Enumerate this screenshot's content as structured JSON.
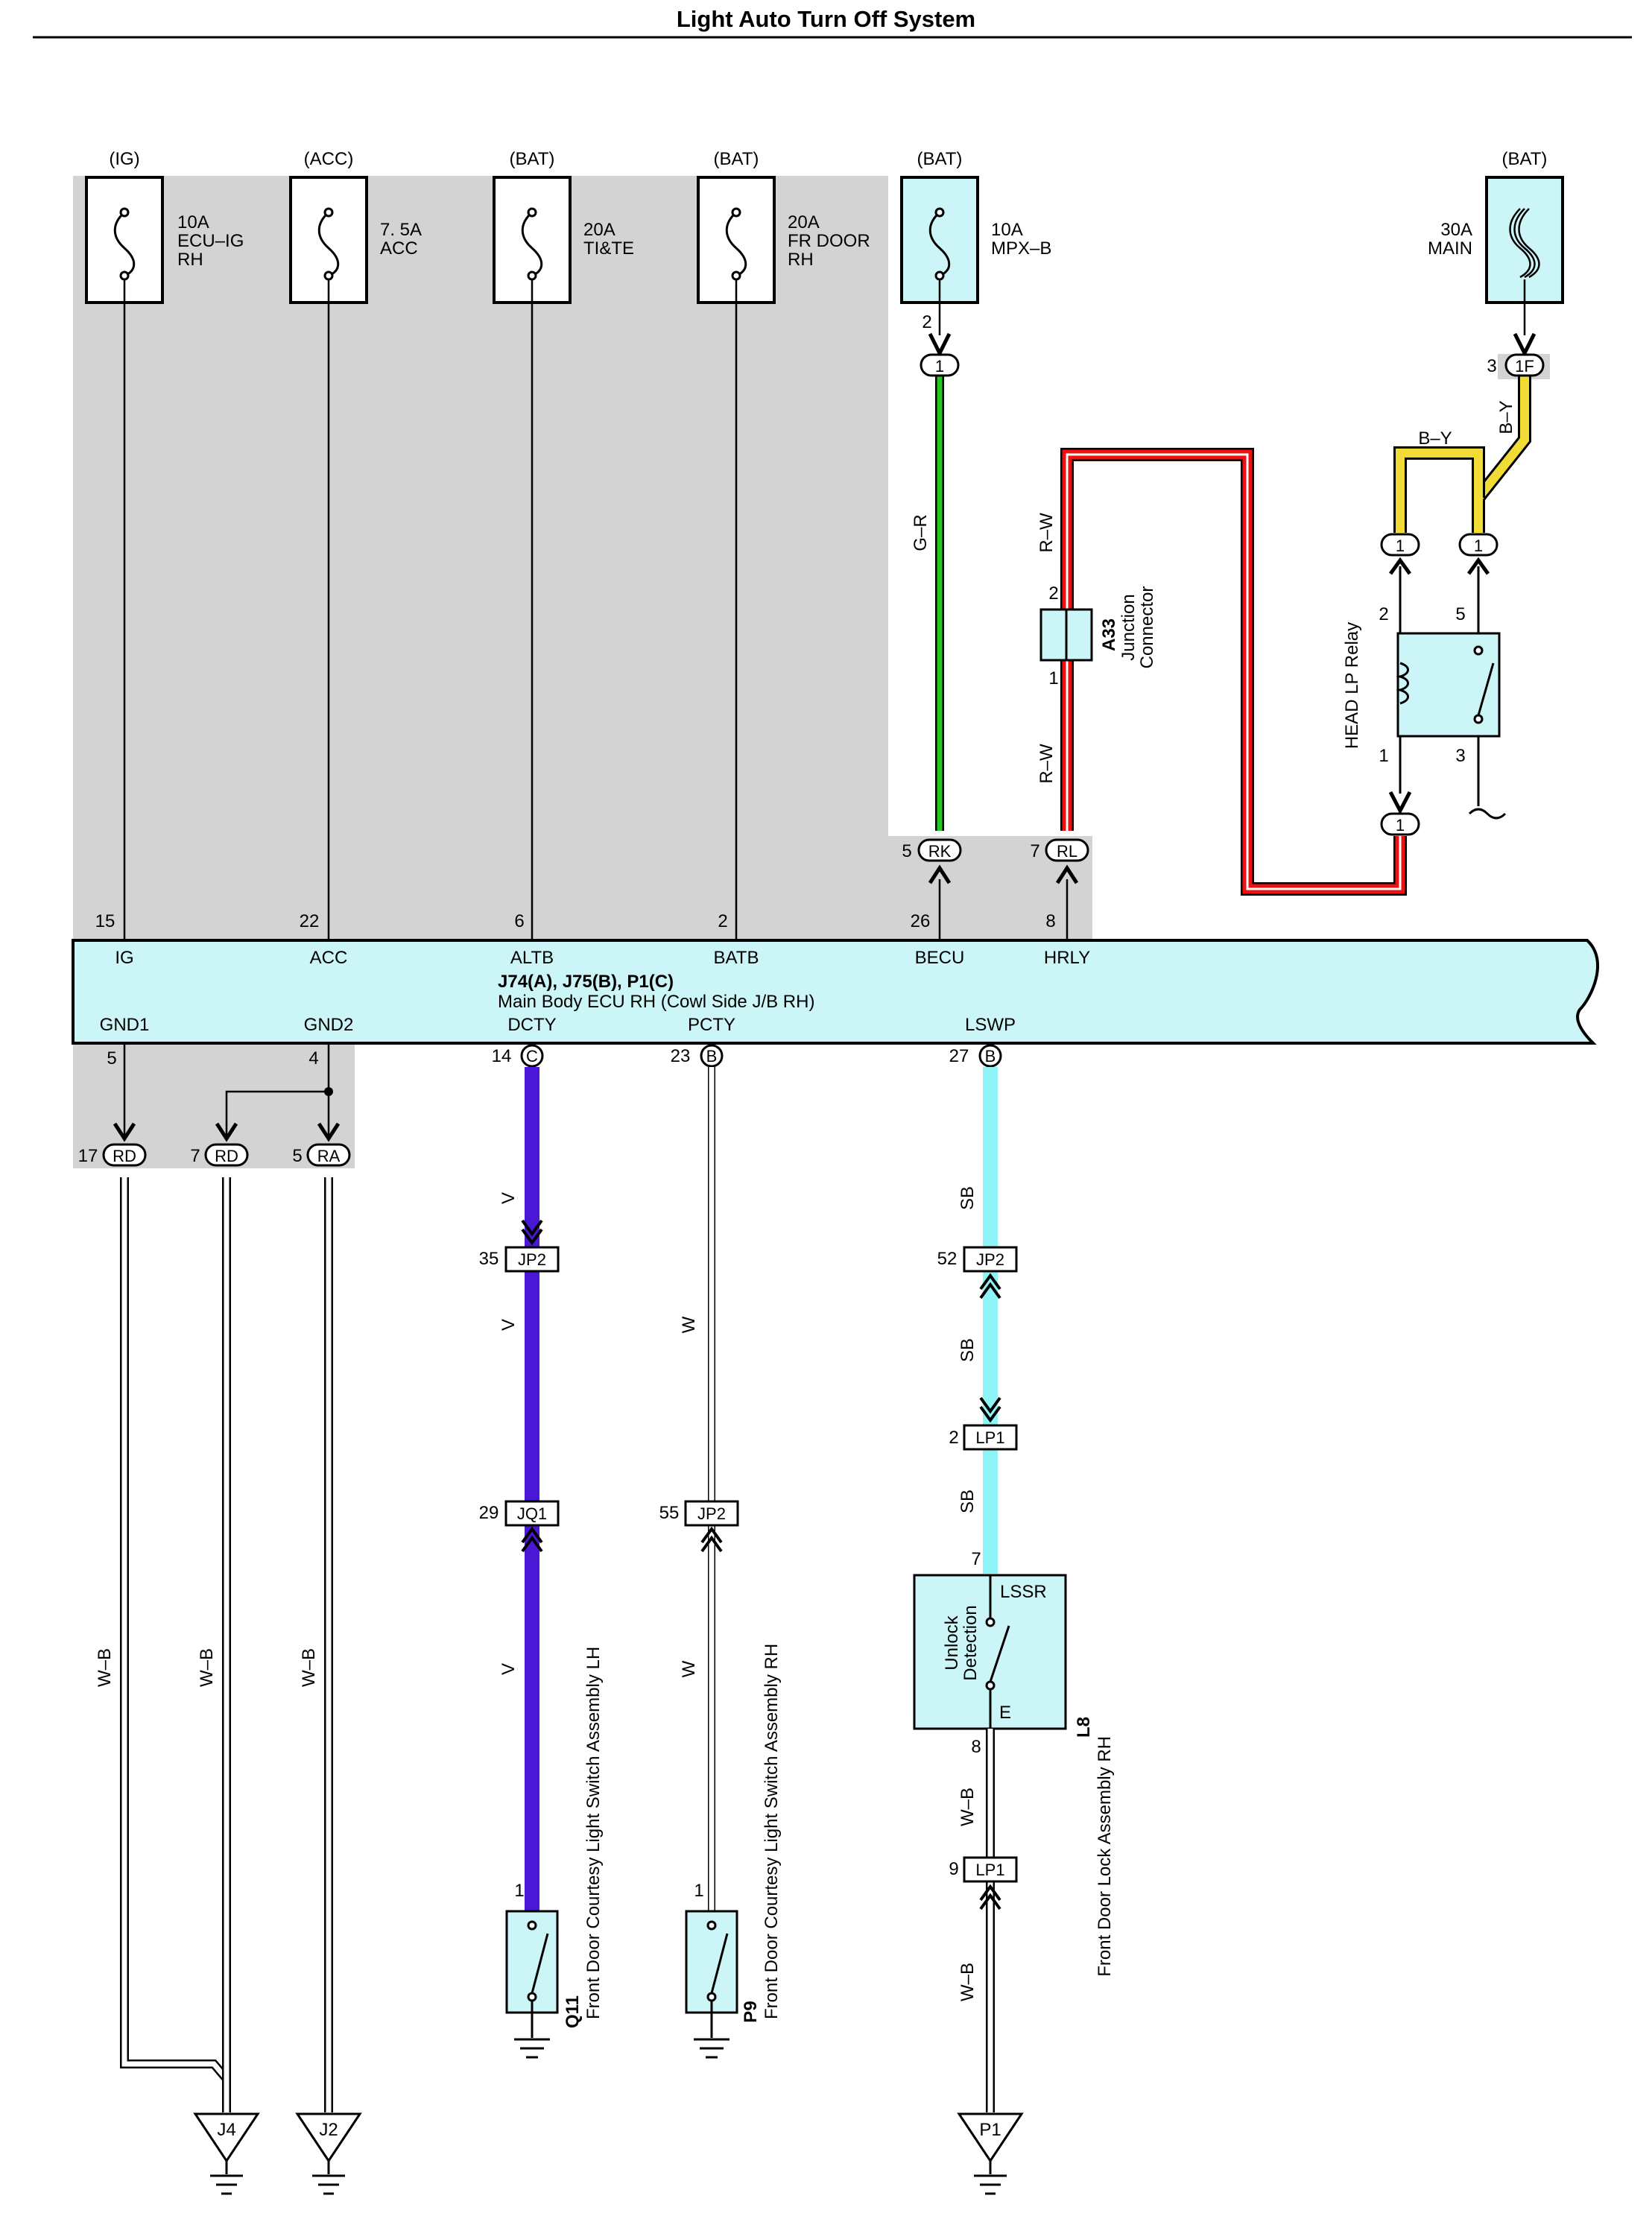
{
  "title": "Light Auto Turn Off System",
  "colors": {
    "panel": "#d3d3d3",
    "component_fill": "#ccf5f8",
    "wire_green": "#23c71f",
    "wire_red": "#ee1111",
    "wire_yellow": "#f1dc37",
    "wire_violet": "#4a17d6",
    "wire_skyblue": "#8ef4f6"
  },
  "fuses": [
    {
      "source": "(IG)",
      "amps": "10A",
      "name1": "ECU–IG",
      "name2": "RH"
    },
    {
      "source": "(ACC)",
      "amps": "7. 5A",
      "name1": "ACC",
      "name2": ""
    },
    {
      "source": "(BAT)",
      "amps": "20A",
      "name1": "TI&TE",
      "name2": ""
    },
    {
      "source": "(BAT)",
      "amps": "20A",
      "name1": "FR DOOR",
      "name2": "RH"
    },
    {
      "source": "(BAT)",
      "amps": "10A",
      "name1": "MPX–B",
      "name2": ""
    },
    {
      "source": "(BAT)",
      "amps": "30A",
      "name1": "MAIN",
      "name2": ""
    }
  ],
  "ecu": {
    "title": "J74(A), J75(B), P1(C)",
    "subtitle": "Main Body ECU RH (Cowl Side J/B RH)",
    "top_pins": [
      {
        "num": "15",
        "name": "IG"
      },
      {
        "num": "22",
        "name": "ACC"
      },
      {
        "num": "6",
        "name": "ALTB"
      },
      {
        "num": "2",
        "name": "BATB"
      },
      {
        "num": "26",
        "name": "BECU"
      },
      {
        "num": "8",
        "name": "HRLY"
      }
    ],
    "bottom_pins": [
      {
        "num": "5",
        "name": "GND1"
      },
      {
        "num": "4",
        "name": "GND2"
      },
      {
        "num": "14",
        "conn": "C",
        "name": "DCTY"
      },
      {
        "num": "23",
        "conn": "B",
        "name": "PCTY"
      },
      {
        "num": "27",
        "conn": "B",
        "name": "LSWP"
      }
    ]
  },
  "connectors": {
    "mpx_pin": "2",
    "mpx_conn": "1",
    "main_pin": "3",
    "main_conn": "1F",
    "rk_pin": "5",
    "rk": "RK",
    "rl_pin": "7",
    "rl": "RL",
    "relay_in_left": "1",
    "relay_in_right": "1",
    "relay_out": "1",
    "rd1_pin": "17",
    "rd1": "RD",
    "rd2_pin": "7",
    "rd2": "RD",
    "ra_pin": "5",
    "ra": "RA",
    "jp2a_pin": "35",
    "jp2a": "JP2",
    "jq1_pin": "29",
    "jq1": "JQ1",
    "jp2b_pin": "55",
    "jp2b": "JP2",
    "jp2c_pin": "52",
    "jp2c": "JP2",
    "lp1a_pin": "2",
    "lp1a": "LP1",
    "lp1b_pin": "9",
    "lp1b": "LP1"
  },
  "wires": {
    "gr": "G–R",
    "rw1": "R–W",
    "rw2": "R–W",
    "by1": "B–Y",
    "by2": "B–Y",
    "v1": "V",
    "v2": "V",
    "v3": "V",
    "w1": "W",
    "w2": "W",
    "sb1": "SB",
    "sb2": "SB",
    "sb3": "SB",
    "wb1": "W–B",
    "wb2": "W–B",
    "wb3": "W–B",
    "wb4": "W–B",
    "wb5": "W–B"
  },
  "junction": {
    "code": "A33",
    "name1": "Junction",
    "name2": "Connector",
    "pin_top": "2",
    "pin_bottom": "1"
  },
  "relay": {
    "name": "HEAD LP Relay",
    "p2": "2",
    "p5": "5",
    "p1": "1",
    "p3": "3"
  },
  "switches": [
    {
      "code": "Q11",
      "name": "Front Door Courtesy Light Switch Assembly LH",
      "pin": "1"
    },
    {
      "code": "P9",
      "name": "Front Door Courtesy Light Switch Assembly RH",
      "pin": "1"
    }
  ],
  "door_lock": {
    "code": "L8",
    "name": "Front Door Lock Assembly RH",
    "inner1": "Unlock",
    "inner2": "Detection",
    "lssr": "LSSR",
    "e": "E",
    "pin_top": "7",
    "pin_bottom": "8"
  },
  "grounds": {
    "j4": "J4",
    "j2": "J2",
    "p1": "P1"
  }
}
